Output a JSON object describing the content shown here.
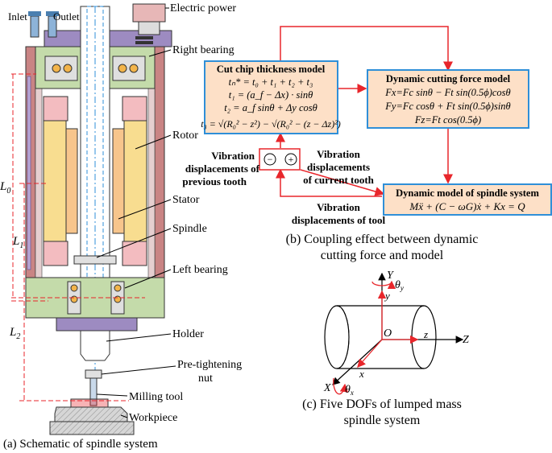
{
  "schematic": {
    "inlet": "Inlet",
    "outlet": "Outlet",
    "electric_power": "Electric power",
    "right_bearing": "Right  bearing",
    "rotor": "Rotor",
    "stator": "Stator",
    "spindle": "Spindle",
    "left_bearing": "Left bearing",
    "holder": "Holder",
    "pretightening_1": "Pre-tightening",
    "pretightening_2": "nut",
    "milling_tool": "Milling tool",
    "workpiece": "Workpiece",
    "L0": "L",
    "L0_sub": "0",
    "L1": "L",
    "L1_sub": "1",
    "L2": "L",
    "L2_sub": "2",
    "caption": "(a)  Schematic of spindle system"
  },
  "coupling": {
    "chip_title": "Cut  chip thickness model",
    "chip_eq1": "tₙ* = t₀ + t₁ + t₂ + t₃",
    "chip_eq2": "t₁ = (a_f − Δx) · sinθ",
    "chip_eq3": "t₂ = a_f sinθ + Δy cosθ",
    "chip_eq4": "t₃ = √(R₀² − z²) − √(R₀² − (z − Δz)²)",
    "force_title": "Dynamic cutting force model",
    "force_eq1": "Fx=Fc sinθ − Ft sin(0.5ϕ)cosθ",
    "force_eq2": "Fy=Fc cosθ + Ft sin(0.5ϕ)sinθ",
    "force_eq3": "Fz=Ft cos(0.5ϕ)",
    "dyn_title": "Dynamic model  of spindle system",
    "dyn_eq": "Mẍ + (C − ωG)ẋ + Kx = Q",
    "minus": "−",
    "plus": "+",
    "prev_1": "Vibration",
    "prev_2": "displacements  of",
    "prev_3": "previous tooth",
    "cur_1": "Vibration",
    "cur_2": "displacements",
    "cur_3": "of current tooth",
    "tool_1": "Vibration",
    "tool_2": "displacements  of tool",
    "caption_1": "(b) Coupling effect between dynamic",
    "caption_2": "cutting force and  model"
  },
  "dofs": {
    "Y": "Y",
    "y": "y",
    "theta_y": "θ",
    "theta_y_sub": "y",
    "O": "O",
    "z": "z",
    "Z": "Z",
    "X": "X",
    "x": "x",
    "theta_x": "θ",
    "theta_x_sub": "x",
    "caption_1": "(c) Five DOFs of lumped mass",
    "caption_2": "spindle system"
  },
  "colors": {
    "red": "#e8262b",
    "box_fill": "#fde0c7",
    "box_border": "#2f8fd8",
    "housing": "#c98484",
    "rotor": "#f8dd90",
    "stator": "#f7c58c",
    "magnet": "#f3bcc0",
    "green": "#c4dbaa",
    "purple": "#9d8bc1",
    "grey": "#bdbdbd"
  }
}
